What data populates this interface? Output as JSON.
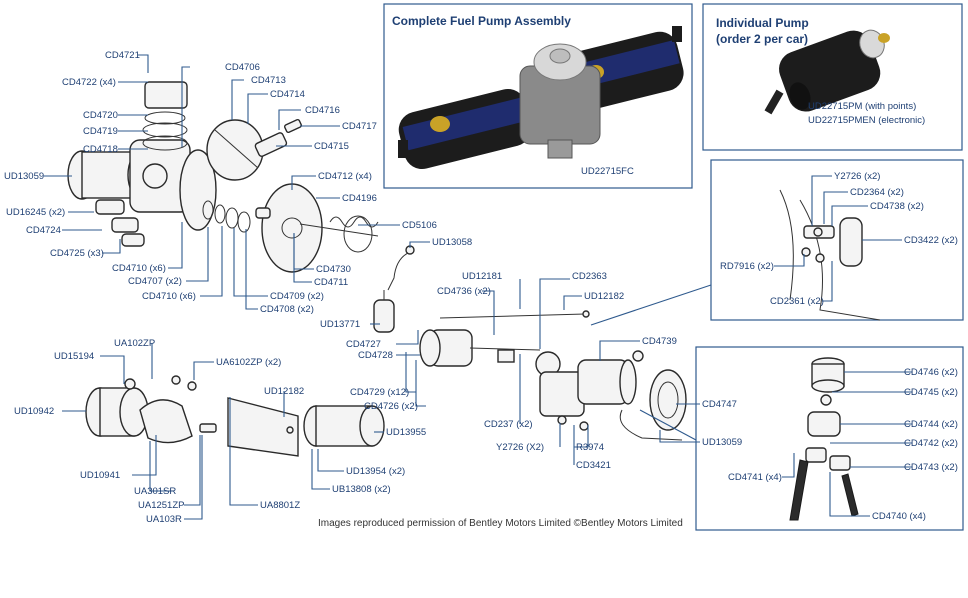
{
  "panels": {
    "complete_assembly": {
      "title": "Complete Fuel Pump Assembly",
      "part": "UD22715FC"
    },
    "individual_pump": {
      "title_line1": "Individual Pump",
      "title_line2": "(order 2 per car)",
      "part_points": "UD22715PM (with points)",
      "part_electronic": "UD22715PMEN (electronic)"
    }
  },
  "labels": {
    "cd4721": "CD4721",
    "cd4722": "CD4722 (x4)",
    "cd4706": "CD4706",
    "cd4713": "CD4713",
    "cd4714": "CD4714",
    "cd4716": "CD4716",
    "cd4717": "CD4717",
    "cd4720": "CD4720",
    "cd4719": "CD4719",
    "cd4718": "CD4718",
    "cd4715": "CD4715",
    "ud13059_a": "UD13059",
    "cd4712": "CD4712 (x4)",
    "cd4196": "CD4196",
    "ud16245": "UD16245 (x2)",
    "cd4724": "CD4724",
    "cd5106": "CD5106",
    "ud13058": "UD13058",
    "cd4725": "CD4725 (x3)",
    "cd4730": "CD4730",
    "cd4710_a": "CD4710 (x6)",
    "cd4711": "CD4711",
    "cd4707": "CD4707 (x2)",
    "cd4709": "CD4709 (x2)",
    "cd4710_b": "CD4710 (x6)",
    "cd4708": "CD4708 (x2)",
    "ud12181": "UD12181",
    "cd2363": "CD2363",
    "cd4736": "CD4736 (x2)",
    "ud12182_a": "UD12182",
    "ud13771": "UD13771",
    "cd4727": "CD4727",
    "cd4728": "CD4728",
    "cd4739": "CD4739",
    "ua102zp": "UA102ZP",
    "ud15194": "UD15194",
    "ua6102zp": "UA6102ZP (x2)",
    "ud12182_b": "UD12182",
    "cd4729": "CD4729 (x12)",
    "cd4726": "CD4726 (x2)",
    "ud10942": "UD10942",
    "cd4747": "CD4747",
    "ud13955": "UD13955",
    "cd237": "CD237 (x2)",
    "ud13059_b": "UD13059",
    "y2726_b": "Y2726 (X2)",
    "r3974": "R3974",
    "ud10941": "UD10941",
    "ud13954": "UD13954 (x2)",
    "ua301sr": "UA301SR",
    "cd3421": "CD3421",
    "ub13808": "UB13808 (x2)",
    "ua1251zp": "UA1251ZP",
    "ua8801z": "UA8801Z",
    "ua103r": "UA103R",
    "y2726_a": "Y2726 (x2)",
    "cd2364": "CD2364 (x2)",
    "cd4738": "CD4738 (x2)",
    "cd3422": "CD3422 (x2)",
    "rd7916": "RD7916 (x2)",
    "cd2361": "CD2361 (x2)",
    "cd4746": "CD4746 (x2)",
    "cd4745": "CD4745 (x2)",
    "cd4744": "CD4744 (x2)",
    "cd4742": "CD4742 (x2)",
    "cd4743": "CD4743 (x2)",
    "cd4741": "CD4741 (x4)",
    "cd4740": "CD4740 (x4)"
  },
  "credit": "Images reproduced permission of Bentley Motors Limited ©Bentley Motors Limited",
  "colors": {
    "label_blue": "#1e3f73",
    "leader_blue": "#2f5a8e",
    "pump_body": "#1c1c1c",
    "pump_band": "#1f2c6e",
    "brass": "#c9a227"
  }
}
